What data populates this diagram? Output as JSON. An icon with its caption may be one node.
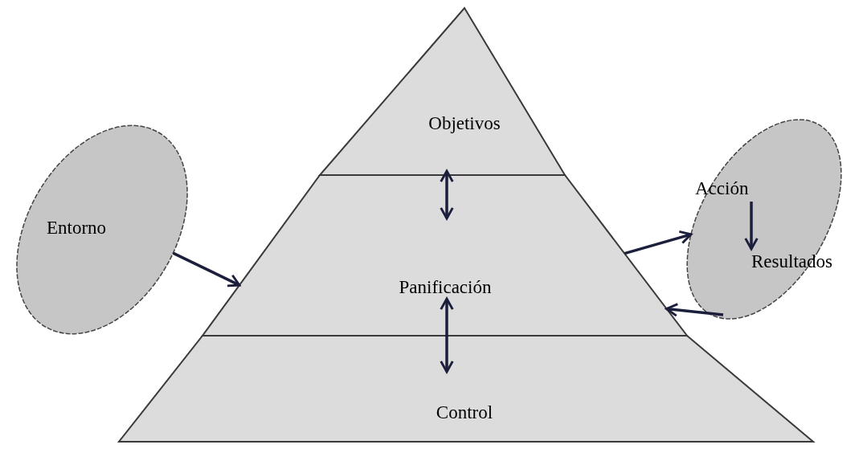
{
  "diagram": {
    "nodes": [
      {
        "text": [
          "Objetivos"
        ]
      },
      {
        "text": [
          "Panificación"
        ]
      },
      {
        "text": [
          "Control"
        ]
      },
      {
        "text": [
          "Entorno"
        ]
      },
      {
        "text": [],
        "shape": "ellipse"
      },
      {
        "text": [
          "Acción"
        ],
        "in": 4
      },
      {
        "text": [
          "Resultados"
        ],
        "in": 4
      }
    ],
    "edges": [
      {
        "from": 0,
        "to": 1,
        "arrow": "both"
      },
      {
        "from": 1,
        "to": 2,
        "arrow": "both"
      },
      {
        "from": 3,
        "to": 1,
        "arrow": "to"
      },
      {
        "from": 1,
        "to": 4,
        "arrow": "to"
      },
      {
        "from": 4,
        "to": 1,
        "arrow": "to"
      },
      {
        "from": 5,
        "to": 6,
        "arrow": "to"
      }
    ]
  }
}
